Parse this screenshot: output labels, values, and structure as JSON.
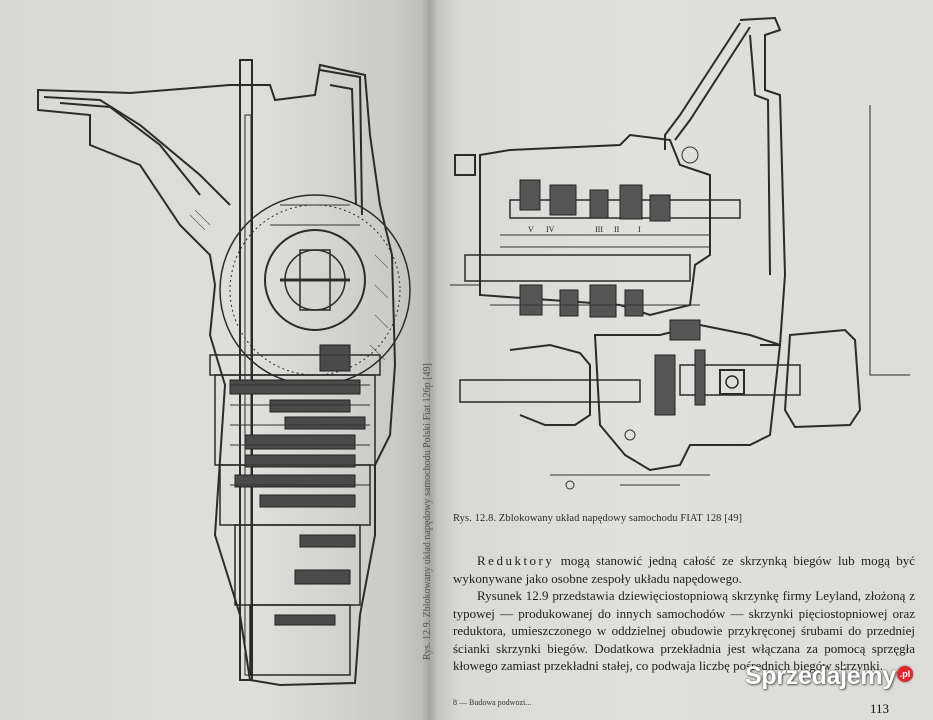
{
  "rotated_caption": "Rys. 12.9. Zblokowany układ napędowy samochodu Polski Fiat 126p [49]",
  "figure_caption": "Rys. 12.8. Zblokowany układ napędowy samochodu FIAT 128 [49]",
  "paragraphs": [
    {
      "lead": "Reduktory",
      "text": " mogą stanowić jedną całość ze skrzynką biegów lub mogą być wykonywane jako osobne zespoły układu napędowego."
    },
    {
      "lead": "",
      "text": "Rysunek 12.9 przedstawia dziewięciostopniową skrzynkę firmy Leyland, złożoną z typowej — produkowanej do innych samochodów — skrzynki pięciostopniowej oraz reduktora, umieszczonego w oddzielnej obudowie przykręconej śrubami do przedniej ścianki skrzynki biegów. Dodatkowa przekładnia jest włączana za pomocą sprzęgła kłowego zamiast przekładni stałej, co podwaja liczbę pośrednich biegów skrzynki."
    }
  ],
  "footnote": "8 — Budowa podwozi...",
  "page_number": "113",
  "watermark": {
    "text": "Sprzedajemy",
    "badge": ".pl"
  },
  "drawing_labels": [
    "V",
    "IV",
    "III",
    "II",
    "I"
  ]
}
